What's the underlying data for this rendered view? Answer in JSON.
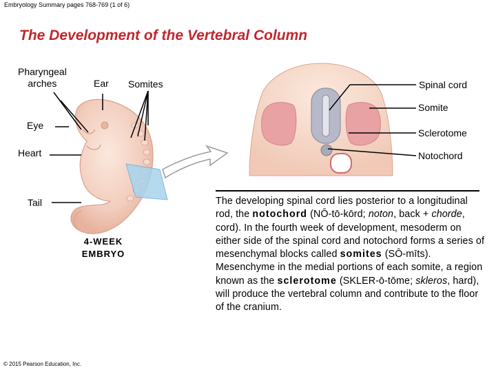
{
  "header": {
    "text": "Embryology Summary pages 768-769 (1 of 6)"
  },
  "title": "The Development of the Vertebral Column",
  "embryo_labels": {
    "pharyngeal_arches": "Pharyngeal\narches",
    "ear": "Ear",
    "somites": "Somites",
    "eye": "Eye",
    "heart": "Heart",
    "tail": "Tail",
    "embryo_title_line1": "4-WEEK",
    "embryo_title_line2": "EMBRYO"
  },
  "section_labels": {
    "spinal_cord": "Spinal cord",
    "somite": "Somite",
    "sclerotome": "Sclerotome",
    "notochord": "Notochord"
  },
  "caption": {
    "p1": "The developing spinal cord lies posterior to a longitudinal rod, the ",
    "b1": "notochord",
    "p2": " (NŌ-tō-kōrd; ",
    "i1": "noton",
    "p3": ", back + ",
    "i2": "chorde",
    "p4": ", cord). In the fourth week of development, mesoderm on either side of the spinal cord and notochord forms a series of mesenchymal blocks called ",
    "b2": "somites",
    "p5": " (SŌ-mīts). Mesenchyme in the medial portions of each somite, a region known as the ",
    "b3": "sclerotome",
    "p6": " (SKLER-ō-tōme; ",
    "i3": "skleros",
    "p7": ", hard), will produce the vertebral column and contribute to the floor of the cranium."
  },
  "copyright": "© 2015 Pearson Education, Inc.",
  "colors": {
    "title": "#c0272d",
    "embryo": "#f2d2c4",
    "somite": "#e9a2a4",
    "section_bg": "#f7dccd",
    "spinal_cord": "#b7b9c9"
  }
}
